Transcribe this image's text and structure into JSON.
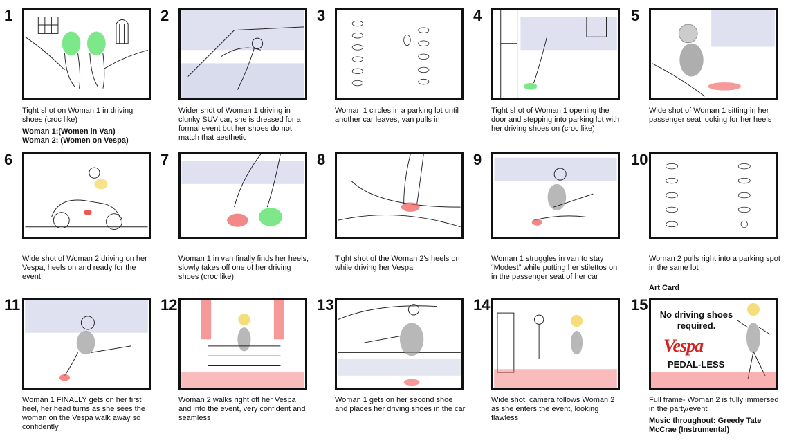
{
  "panels": [
    {
      "number": "1",
      "caption": "Tight shot on Woman 1 in driving shoes (croc like)",
      "notes": [
        "Woman 1:(Women in Van)",
        "Woman 2: (Women on Vespa)"
      ]
    },
    {
      "number": "2",
      "caption": "Wider shot of Woman 1 driving in clunky SUV car, she is dressed for a formal event but her shoes do not match that aesthetic"
    },
    {
      "number": "3",
      "caption": "Woman 1 circles in a parking lot until another car leaves, van pulls in"
    },
    {
      "number": "4",
      "caption": "Tight shot of Woman 1 opening the door and stepping into parking lot with her driving shoes on (croc like)"
    },
    {
      "number": "5",
      "caption": "Wide shot of Woman 1 sitting in her passenger seat looking for her heels"
    },
    {
      "number": "6",
      "caption": "Wide shot of Woman 2 driving on her Vespa, heels on and ready for the event"
    },
    {
      "number": "7",
      "caption": "Woman 1 in van finally finds her heels, slowly takes off one of her driving shoes (croc like)"
    },
    {
      "number": "8",
      "caption": "Tight shot of the Woman 2's heels on while driving her Vespa"
    },
    {
      "number": "9",
      "caption": "Woman 1 struggles in van to stay “Modest” while putting her stilettos on in the passenger seat of her car"
    },
    {
      "number": "10",
      "caption": "Woman 2 pulls right into a parking spot in the same lot"
    },
    {
      "number": "11",
      "caption": "Woman 1 FINALLY gets on her first heel, her head turns as she sees the woman on the Vespa walk away so confidently"
    },
    {
      "number": "12",
      "caption": "Woman 2  walks right off her Vespa and into the event, very confident and seamless"
    },
    {
      "number": "13",
      "caption": "Woman 1 gets on her second shoe and places her driving shoes in the car"
    },
    {
      "number": "14",
      "caption": "Wide shot, camera follows Woman 2 as she enters the event, looking flawless"
    },
    {
      "number": "15",
      "caption": "Full frame- Woman 2  is fully immersed in the party/event",
      "pre_label": "Art Card",
      "notes": [
        "Music throughout: Greedy Tate McCrae (Instrumental)"
      ]
    }
  ],
  "art_card": {
    "tagline": "No driving shoes required.",
    "brand": "Vespa",
    "slogan": "PEDAL-LESS"
  },
  "colors": {
    "croc_green": "#7de88a",
    "heel_red": "#f05555",
    "sky_blue": "#c9cde6",
    "gray_fill": "#9a9a9a",
    "brand_red": "#d42020"
  }
}
